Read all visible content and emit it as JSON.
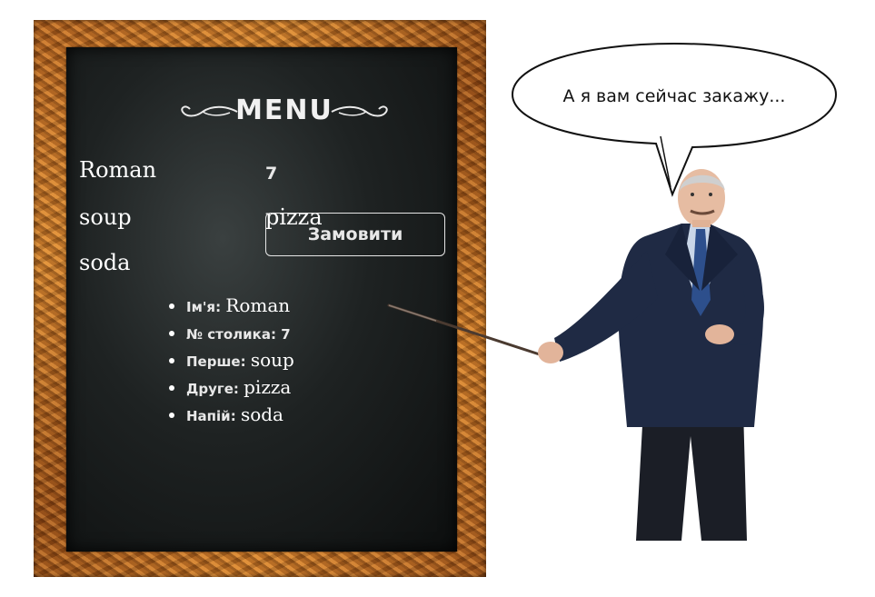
{
  "menu": {
    "title": "MENU",
    "name_value": "Roman",
    "table_value": "7",
    "first_value": "soup",
    "second_value": "pizza",
    "drink_value": "soda",
    "order_button": "Замовити"
  },
  "summary": {
    "items": [
      {
        "label": "Ім'я",
        "value": "Roman"
      },
      {
        "label": "№ столика",
        "value": "7"
      },
      {
        "label": "Перше",
        "value": "soup"
      },
      {
        "label": "Друге",
        "value": "pizza"
      },
      {
        "label": "Напій",
        "value": "soda"
      }
    ]
  },
  "bubble": {
    "text": "А я вам сейчас закажу..."
  },
  "colors": {
    "board": "#1e2222",
    "frame": "#b8651f",
    "chalk": "#f1f1f1",
    "suit": "#1f2a44",
    "tie": "#2d4f8c"
  },
  "icons": {
    "pointer": "pointer-stick-icon",
    "title_ornament": "swirl-ornament-icon"
  }
}
